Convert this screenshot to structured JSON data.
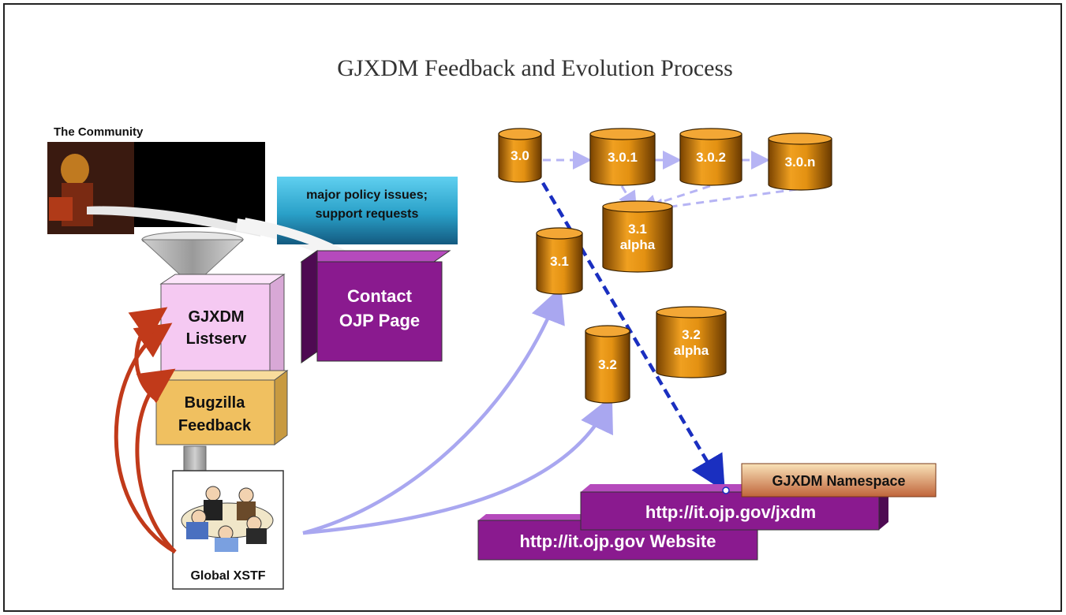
{
  "title": "GJXDM Feedback and Evolution Process",
  "community_label": "The Community",
  "policy_callout": [
    "major policy issues;",
    "support requests"
  ],
  "contact_box": [
    "Contact",
    "OJP Page"
  ],
  "listserv_box": [
    "GJXDM",
    "Listserv"
  ],
  "bugzilla_box": [
    "Bugzilla",
    "Feedback"
  ],
  "xstf_label": "Global XSTF",
  "versions": {
    "v30": "3.0",
    "v301": "3.0.1",
    "v302": "3.0.2",
    "v30n": "3.0.n",
    "v31alpha": [
      "3.1",
      "alpha"
    ],
    "v31": "3.1",
    "v32alpha": [
      "3.2",
      "alpha"
    ],
    "v32": "3.2"
  },
  "namespace_label": "GJXDM Namespace",
  "jxdm_url": "http://it.ojp.gov/jxdm",
  "website_label": "http://it.ojp.gov Website",
  "colors": {
    "cylinder": "#d9860a",
    "purple": "#8a1a8f",
    "pink_box": "#f5c9f2",
    "tan_box": "#f0c060",
    "red_arrow": "#c13a1a",
    "lavender_arrow": "#a9a7f0",
    "blue_dash": "#1a2fc0"
  }
}
